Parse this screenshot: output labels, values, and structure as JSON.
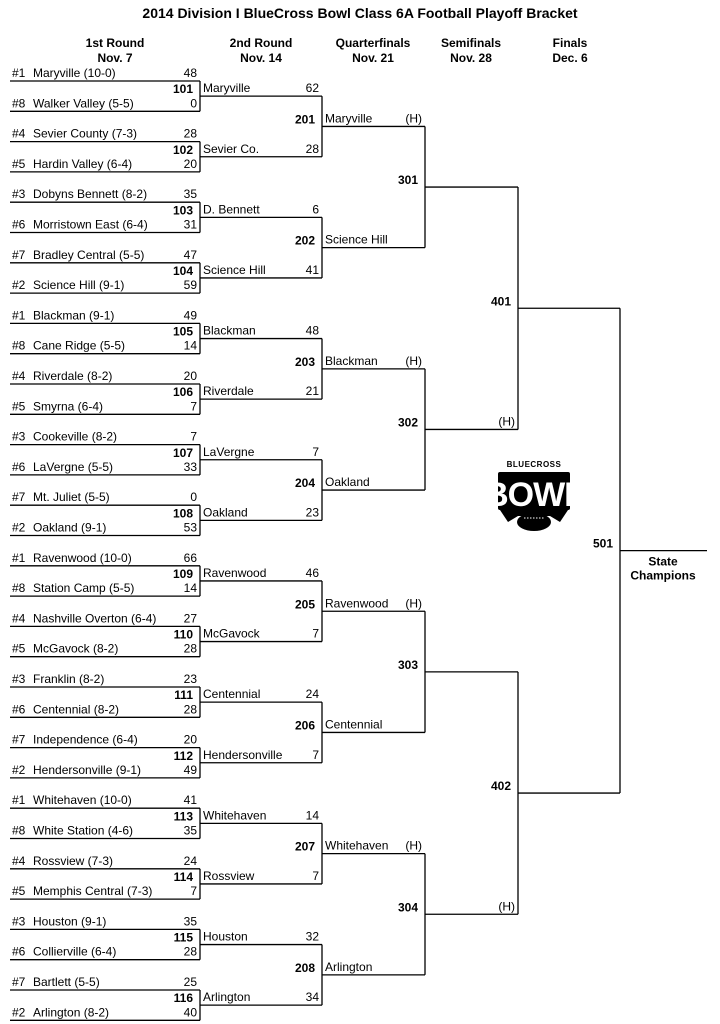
{
  "title": "2014 Division I BlueCross Bowl Class 6A Football Playoff Bracket",
  "rounds": [
    {
      "name": "1st Round",
      "date": "Nov. 7"
    },
    {
      "name": "2nd Round",
      "date": "Nov. 14"
    },
    {
      "name": "Quarterfinals",
      "date": "Nov. 21"
    },
    {
      "name": "Semifinals",
      "date": "Nov. 28"
    },
    {
      "name": "Finals",
      "date": "Dec. 6"
    }
  ],
  "first_round": [
    {
      "seed": "#1",
      "team": "Maryville (10-0)",
      "score": "48"
    },
    {
      "seed": "#8",
      "team": "Walker Valley (5-5)",
      "score": "0"
    },
    {
      "seed": "#4",
      "team": "Sevier County (7-3)",
      "score": "28"
    },
    {
      "seed": "#5",
      "team": "Hardin Valley (6-4)",
      "score": "20"
    },
    {
      "seed": "#3",
      "team": "Dobyns Bennett (8-2)",
      "score": "35"
    },
    {
      "seed": "#6",
      "team": "Morristown East (6-4)",
      "score": "31"
    },
    {
      "seed": "#7",
      "team": "Bradley Central (5-5)",
      "score": "47"
    },
    {
      "seed": "#2",
      "team": "Science Hill (9-1)",
      "score": "59"
    },
    {
      "seed": "#1",
      "team": "Blackman (9-1)",
      "score": "49"
    },
    {
      "seed": "#8",
      "team": "Cane Ridge (5-5)",
      "score": "14"
    },
    {
      "seed": "#4",
      "team": "Riverdale (8-2)",
      "score": "20"
    },
    {
      "seed": "#5",
      "team": "Smyrna (6-4)",
      "score": "7"
    },
    {
      "seed": "#3",
      "team": "Cookeville (8-2)",
      "score": "7"
    },
    {
      "seed": "#6",
      "team": "LaVergne (5-5)",
      "score": "33"
    },
    {
      "seed": "#7",
      "team": "Mt. Juliet (5-5)",
      "score": "0"
    },
    {
      "seed": "#2",
      "team": "Oakland (9-1)",
      "score": "53"
    },
    {
      "seed": "#1",
      "team": "Ravenwood (10-0)",
      "score": "66"
    },
    {
      "seed": "#8",
      "team": "Station Camp (5-5)",
      "score": "14"
    },
    {
      "seed": "#4",
      "team": "Nashville Overton (6-4)",
      "score": "27"
    },
    {
      "seed": "#5",
      "team": "McGavock (8-2)",
      "score": "28"
    },
    {
      "seed": "#3",
      "team": "Franklin (8-2)",
      "score": "23"
    },
    {
      "seed": "#6",
      "team": "Centennial (8-2)",
      "score": "28"
    },
    {
      "seed": "#7",
      "team": "Independence (6-4)",
      "score": "20"
    },
    {
      "seed": "#2",
      "team": "Hendersonville (9-1)",
      "score": "49"
    },
    {
      "seed": "#1",
      "team": "Whitehaven (10-0)",
      "score": "41"
    },
    {
      "seed": "#8",
      "team": "White Station (4-6)",
      "score": "35"
    },
    {
      "seed": "#4",
      "team": "Rossview (7-3)",
      "score": "24"
    },
    {
      "seed": "#5",
      "team": "Memphis Central (7-3)",
      "score": "7"
    },
    {
      "seed": "#3",
      "team": "Houston (9-1)",
      "score": "35"
    },
    {
      "seed": "#6",
      "team": "Collierville (6-4)",
      "score": "28"
    },
    {
      "seed": "#7",
      "team": "Bartlett (5-5)",
      "score": "25"
    },
    {
      "seed": "#2",
      "team": "Arlington (8-2)",
      "score": "40"
    }
  ],
  "second_round": [
    {
      "team": "Maryville",
      "score": "62"
    },
    {
      "team": "Sevier Co.",
      "score": "28"
    },
    {
      "team": "D. Bennett",
      "score": "6"
    },
    {
      "team": "Science Hill",
      "score": "41"
    },
    {
      "team": "Blackman",
      "score": "48"
    },
    {
      "team": "Riverdale",
      "score": "21"
    },
    {
      "team": "LaVergne",
      "score": "7"
    },
    {
      "team": "Oakland",
      "score": "23"
    },
    {
      "team": "Ravenwood",
      "score": "46"
    },
    {
      "team": "McGavock",
      "score": "7"
    },
    {
      "team": "Centennial",
      "score": "24"
    },
    {
      "team": "Hendersonville",
      "score": "7"
    },
    {
      "team": "Whitehaven",
      "score": "14"
    },
    {
      "team": "Rossview",
      "score": "7"
    },
    {
      "team": "Houston",
      "score": "32"
    },
    {
      "team": "Arlington",
      "score": "34"
    }
  ],
  "quarterfinals": [
    {
      "team": "Maryville",
      "score": "(H)"
    },
    {
      "team": "Science Hill",
      "score": ""
    },
    {
      "team": "Blackman",
      "score": "(H)"
    },
    {
      "team": "Oakland",
      "score": ""
    },
    {
      "team": "Ravenwood",
      "score": "(H)"
    },
    {
      "team": "Centennial",
      "score": ""
    },
    {
      "team": "Whitehaven",
      "score": "(H)"
    },
    {
      "team": "Arlington",
      "score": ""
    }
  ],
  "semifinals": [
    {
      "team": "",
      "score": ""
    },
    {
      "team": "",
      "score": "(H)"
    },
    {
      "team": "",
      "score": ""
    },
    {
      "team": "",
      "score": "(H)"
    }
  ],
  "finals": [
    {
      "team": "",
      "score": ""
    },
    {
      "team": "",
      "score": ""
    }
  ],
  "game_numbers": [
    [
      "101",
      "102",
      "103",
      "104",
      "105",
      "106",
      "107",
      "108",
      "109",
      "110",
      "111",
      "112",
      "113",
      "114",
      "115",
      "116"
    ],
    [
      "201",
      "202",
      "203",
      "204",
      "205",
      "206",
      "207",
      "208"
    ],
    [
      "301",
      "302",
      "303",
      "304"
    ],
    [
      "401",
      "402"
    ],
    [
      "501"
    ]
  ],
  "champion_label": [
    "State",
    "Champions"
  ],
  "logo": {
    "top_text": "BlueCross",
    "main_text": "BOWL",
    "icon": "football-icon"
  }
}
